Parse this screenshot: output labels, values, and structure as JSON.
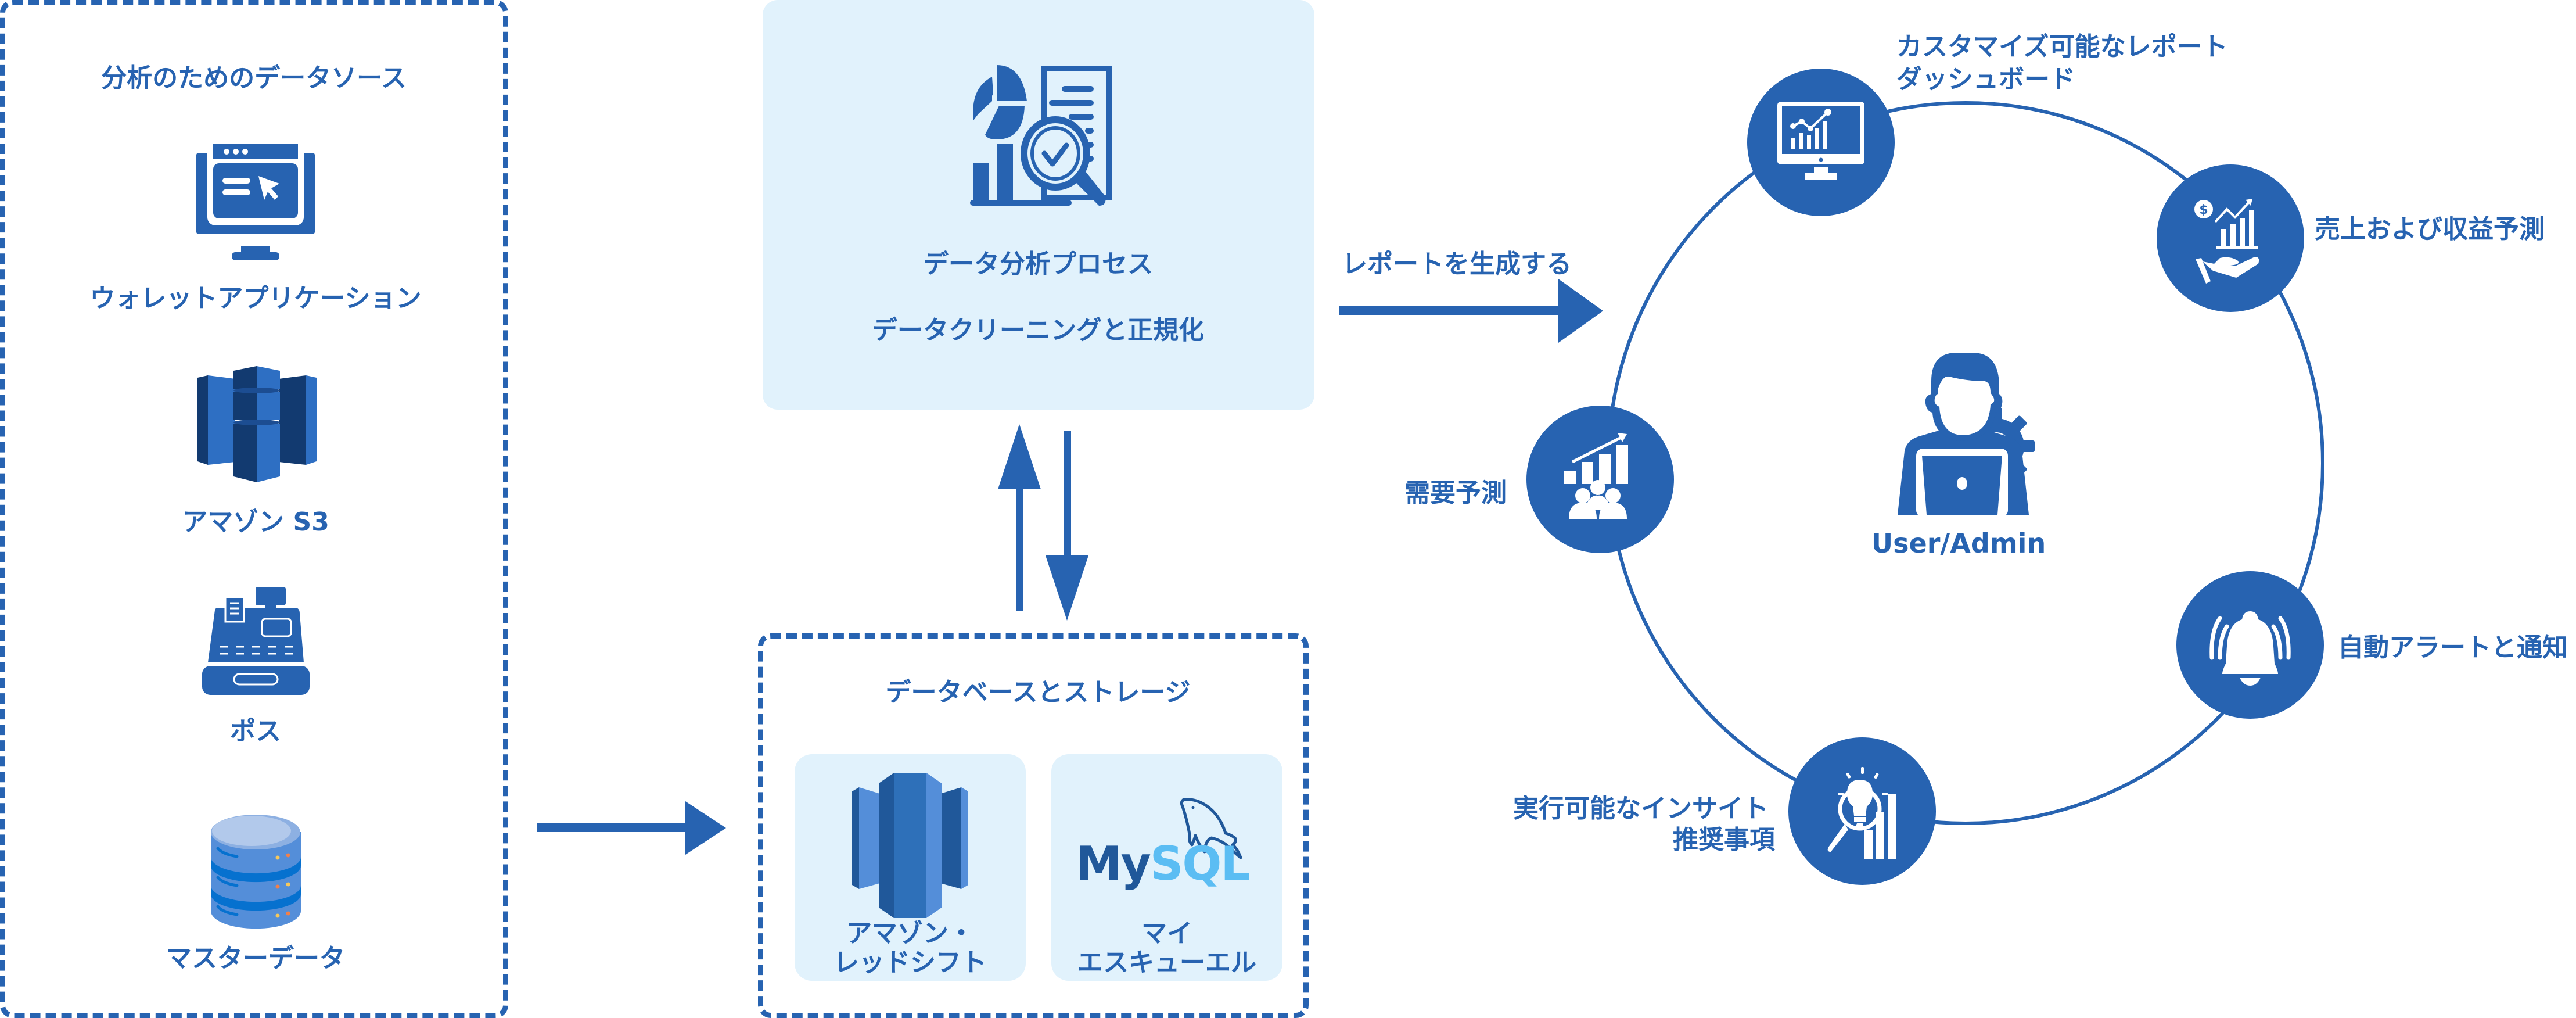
{
  "colors": {
    "primary": "#2763b1",
    "panel_bg": "#e1f2fc",
    "white": "#ffffff",
    "mysql_light": "#5bbdf3",
    "db_light": "#b2c9eb",
    "db_mid": "#548ed9",
    "db_dark": "#0671cf"
  },
  "sources": {
    "title": "分析のためのデータソース",
    "items": [
      {
        "icon": "web-application-icon",
        "label": "ウォレットアプリケーション"
      },
      {
        "icon": "amazon-s3-icon",
        "label": "アマゾン S3"
      },
      {
        "icon": "cash-register-icon",
        "label": "ポス"
      },
      {
        "icon": "database-icon",
        "label": "マスターデータ"
      }
    ]
  },
  "process": {
    "icon": "data-analysis-icon",
    "title": "データ分析プロセス",
    "subtitle": "データクリーニングと正規化"
  },
  "storage": {
    "title": "データベースとストレージ",
    "items": [
      {
        "icon": "amazon-redshift-icon",
        "label_line1": "アマゾン・",
        "label_line2": "レッドシフト"
      },
      {
        "icon": "mysql-logo-icon",
        "logo_text_my": "My",
        "logo_text_sql": "SQL",
        "label_line1": "マイ",
        "label_line2": "エスキューエル"
      }
    ]
  },
  "report_arrow": {
    "label": "レポートを生成する"
  },
  "hub": {
    "center_label": "User/Admin",
    "nodes": [
      {
        "icon": "dashboard-monitor-icon",
        "label_line1": "カスタマイズ可能なレポート",
        "label_line2": "ダッシュボード"
      },
      {
        "icon": "sales-forecast-icon",
        "label_line1": "売上および収益予測",
        "label_line2": ""
      },
      {
        "icon": "alert-bell-icon",
        "label_line1": "自動アラートと通知",
        "label_line2": ""
      },
      {
        "icon": "insight-bulb-icon",
        "label_line1": "実行可能なインサイト",
        "label_line2": "推奨事項"
      },
      {
        "icon": "demand-forecast-icon",
        "label_line1": "需要予測",
        "label_line2": ""
      }
    ]
  }
}
